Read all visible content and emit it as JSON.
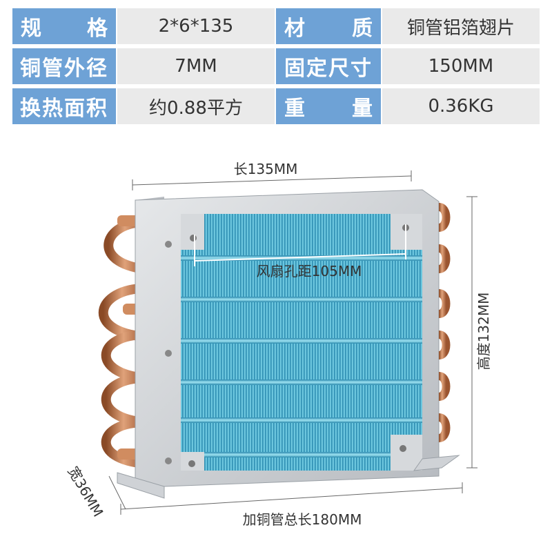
{
  "specs": {
    "rows": [
      {
        "label1": "规    格",
        "value1": "2*6*135",
        "label2": "材    质",
        "value2": "铜管铝箔翅片"
      },
      {
        "label1": "铜管外径",
        "value1": "7MM",
        "label2": "固定尺寸",
        "value2": "150MM"
      },
      {
        "label1": "换热面积",
        "value1": "约0.88平方",
        "label2": "重    量",
        "value2": "0.36KG"
      }
    ]
  },
  "dimensions": {
    "length": "长135MM",
    "fan_hole": "风扇孔距105MM",
    "height": "高度132MM",
    "width": "宽36MM",
    "total_length": "加铜管总长180MM"
  },
  "colors": {
    "label_bg": "#6ea2d6",
    "value_bg": "#eaeaea",
    "fin_blue": "#4fb3d0",
    "copper": "#c8794a",
    "frame": "#c9ccd0"
  }
}
